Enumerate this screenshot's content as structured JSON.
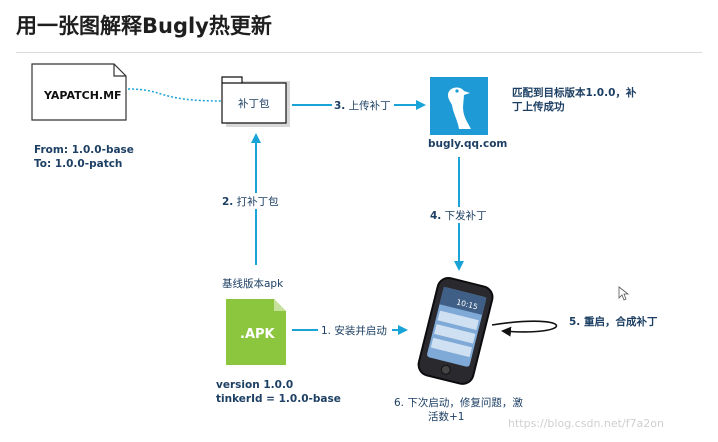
{
  "title": "用一张图解释Bugly热更新",
  "patch_file": {
    "name": "YAPATCH.MF",
    "from": "From: 1.0.0-base",
    "to": "To: 1.0.0-patch"
  },
  "patch_package": {
    "label": "补丁包"
  },
  "bugly": {
    "host": "bugly.qq.com",
    "match_line1": "匹配到目标版本1.0.0，补",
    "match_line2": "丁上传成功"
  },
  "base_apk": {
    "caption": "基线版本apk",
    "icon_text": ".APK",
    "version": "version 1.0.0",
    "tinker": "tinkerId = 1.0.0-base"
  },
  "phone": {
    "screen_time": "10:15"
  },
  "steps": {
    "s1_num": "1.",
    "s1_text": " 安装并启动",
    "s2_num": "2.",
    "s2_text": " 打补丁包",
    "s3_num": "3.",
    "s3_text": " 上传补丁",
    "s4_num": "4.",
    "s4_text": " 下发补丁",
    "s5_num": "5.",
    "s5_text": " 重启，合成补丁",
    "s6_line1": "6. 下次启动，修复问题，激",
    "s6_line2": "活数+1"
  },
  "watermark": "https://blog.csdn.net/f7a2on",
  "colors": {
    "arrow": "#1aa3d6",
    "bugly": "#1e9ad6",
    "apk": "#8cc63f"
  }
}
